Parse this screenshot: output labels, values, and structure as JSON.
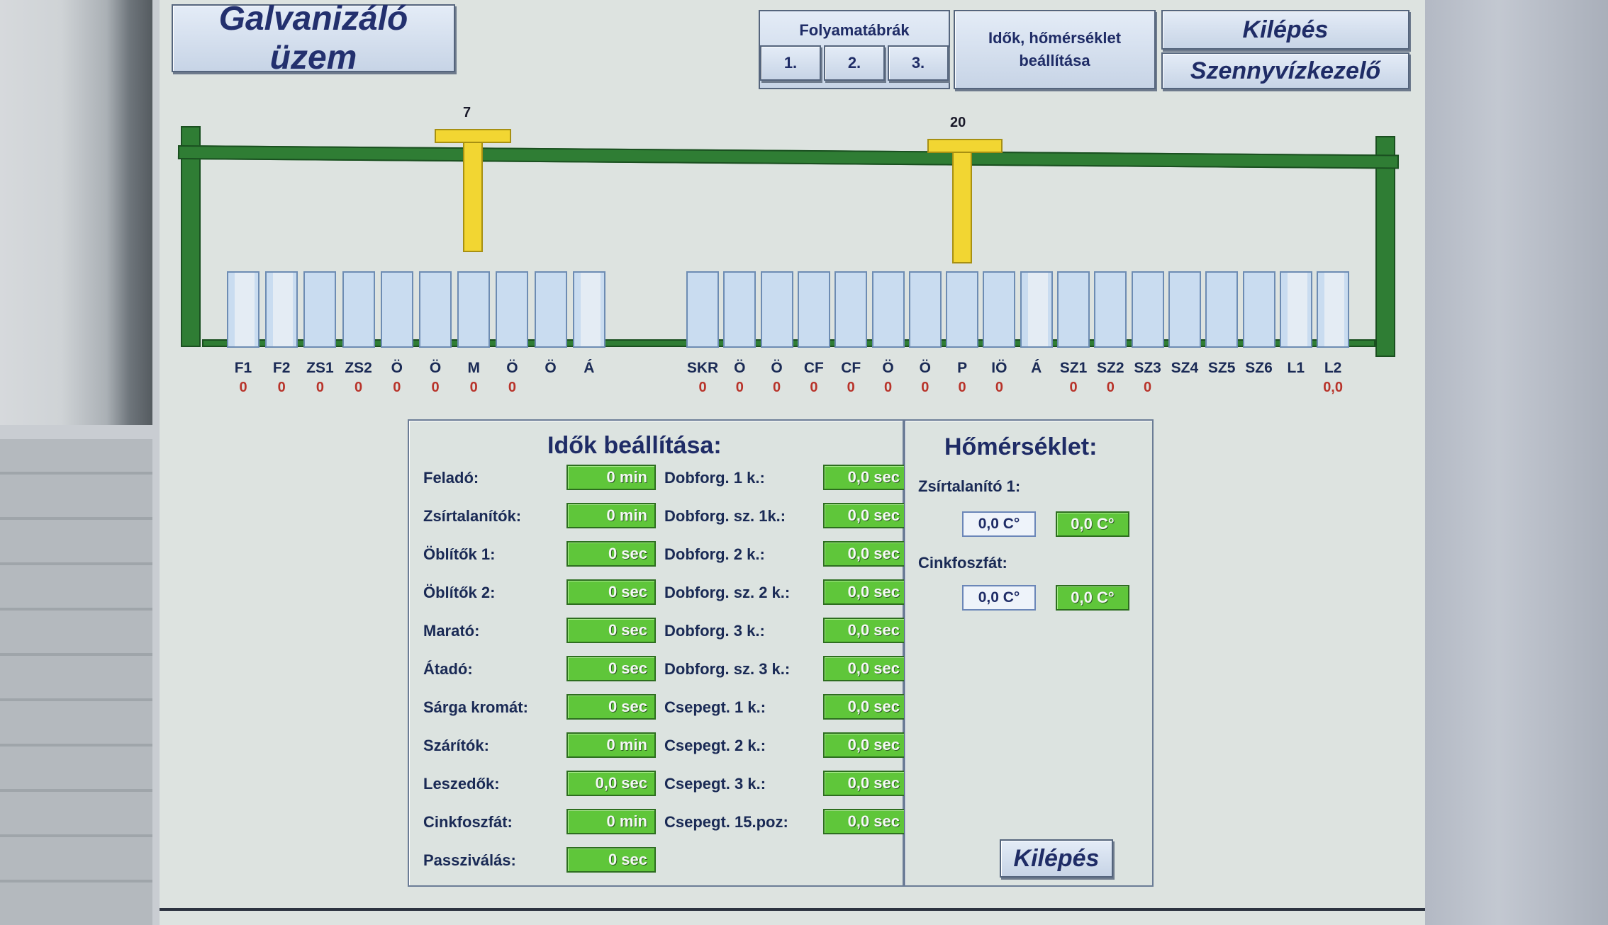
{
  "app_title": "Galvanizáló üzem",
  "header": {
    "flowcharts_label": "Folyamatábrák",
    "flowchart_buttons": [
      "1.",
      "2.",
      "3."
    ],
    "times_temp_label_line1": "Idők, hőmérséklet",
    "times_temp_label_line2": "beállítása",
    "exit_label": "Kilépés",
    "wastewater_label": "Szennyvízkezelő"
  },
  "cranes": [
    {
      "number": "7"
    },
    {
      "number": "20"
    }
  ],
  "tanks_left": [
    {
      "label": "F1",
      "value": "0"
    },
    {
      "label": "F2",
      "value": "0"
    },
    {
      "label": "ZS1",
      "value": "0"
    },
    {
      "label": "ZS2",
      "value": "0"
    },
    {
      "label": "Ö",
      "value": "0"
    },
    {
      "label": "Ö",
      "value": "0"
    },
    {
      "label": "M",
      "value": "0"
    },
    {
      "label": "Ö",
      "value": "0"
    },
    {
      "label": "Ö",
      "value": ""
    },
    {
      "label": "Á",
      "value": ""
    }
  ],
  "tanks_right": [
    {
      "label": "SKR",
      "value": "0"
    },
    {
      "label": "Ö",
      "value": "0"
    },
    {
      "label": "Ö",
      "value": "0"
    },
    {
      "label": "CF",
      "value": "0"
    },
    {
      "label": "CF",
      "value": "0"
    },
    {
      "label": "Ö",
      "value": "0"
    },
    {
      "label": "Ö",
      "value": "0"
    },
    {
      "label": "P",
      "value": "0"
    },
    {
      "label": "IÖ",
      "value": "0"
    },
    {
      "label": "Á",
      "value": ""
    },
    {
      "label": "SZ1",
      "value": "0"
    },
    {
      "label": "SZ2",
      "value": "0"
    },
    {
      "label": "SZ3",
      "value": "0"
    },
    {
      "label": "SZ4",
      "value": ""
    },
    {
      "label": "SZ5",
      "value": ""
    },
    {
      "label": "SZ6",
      "value": ""
    },
    {
      "label": "L1",
      "value": ""
    },
    {
      "label": "L2",
      "value": "0,0"
    }
  ],
  "times_panel": {
    "title": "Idők beállítása:",
    "left_rows": [
      {
        "label": "Feladó:",
        "value": "0 min"
      },
      {
        "label": "Zsírtalanítók:",
        "value": "0 min"
      },
      {
        "label": "Öblítők 1:",
        "value": "0 sec"
      },
      {
        "label": "Öblítők 2:",
        "value": "0 sec"
      },
      {
        "label": "Marató:",
        "value": "0 sec"
      },
      {
        "label": "Átadó:",
        "value": "0 sec"
      },
      {
        "label": "Sárga kromát:",
        "value": "0 sec"
      },
      {
        "label": "Szárítók:",
        "value": "0 min"
      },
      {
        "label": "Leszedők:",
        "value": "0,0 sec"
      },
      {
        "label": "Cinkfoszfát:",
        "value": "0 min"
      },
      {
        "label": "Passziválás:",
        "value": "0 sec"
      }
    ],
    "right_rows": [
      {
        "label": "Dobforg. 1 k.:",
        "value": "0,0 sec"
      },
      {
        "label": "Dobforg. sz. 1k.:",
        "value": "0,0 sec"
      },
      {
        "label": "Dobforg. 2 k.:",
        "value": "0,0 sec"
      },
      {
        "label": "Dobforg. sz. 2 k.:",
        "value": "0,0 sec"
      },
      {
        "label": "Dobforg. 3 k.:",
        "value": "0,0 sec"
      },
      {
        "label": "Dobforg. sz. 3 k.:",
        "value": "0,0 sec"
      },
      {
        "label": "Csepegt. 1 k.:",
        "value": "0,0 sec"
      },
      {
        "label": "Csepegt. 2 k.:",
        "value": "0,0 sec"
      },
      {
        "label": "Csepegt. 3 k.:",
        "value": "0,0 sec"
      },
      {
        "label": "Csepegt. 15.poz:",
        "value": "0,0 sec"
      }
    ]
  },
  "temp_panel": {
    "title": "Hőmérséklet:",
    "sections": [
      {
        "label": "Zsírtalanító 1:",
        "actual": "0,0 C°",
        "setpoint": "0,0 C°"
      },
      {
        "label": "Cinkfoszfát:",
        "actual": "0,0 C°",
        "setpoint": "0,0 C°"
      }
    ],
    "exit_label": "Kilépés"
  },
  "colors": {
    "rail_green": "#2f7d34",
    "crane_yellow": "#f2d632",
    "tank_blue": "#c9dcf0",
    "value_green": "#5fc63a",
    "value_red": "#b8332a",
    "text_navy": "#1f2c66"
  }
}
